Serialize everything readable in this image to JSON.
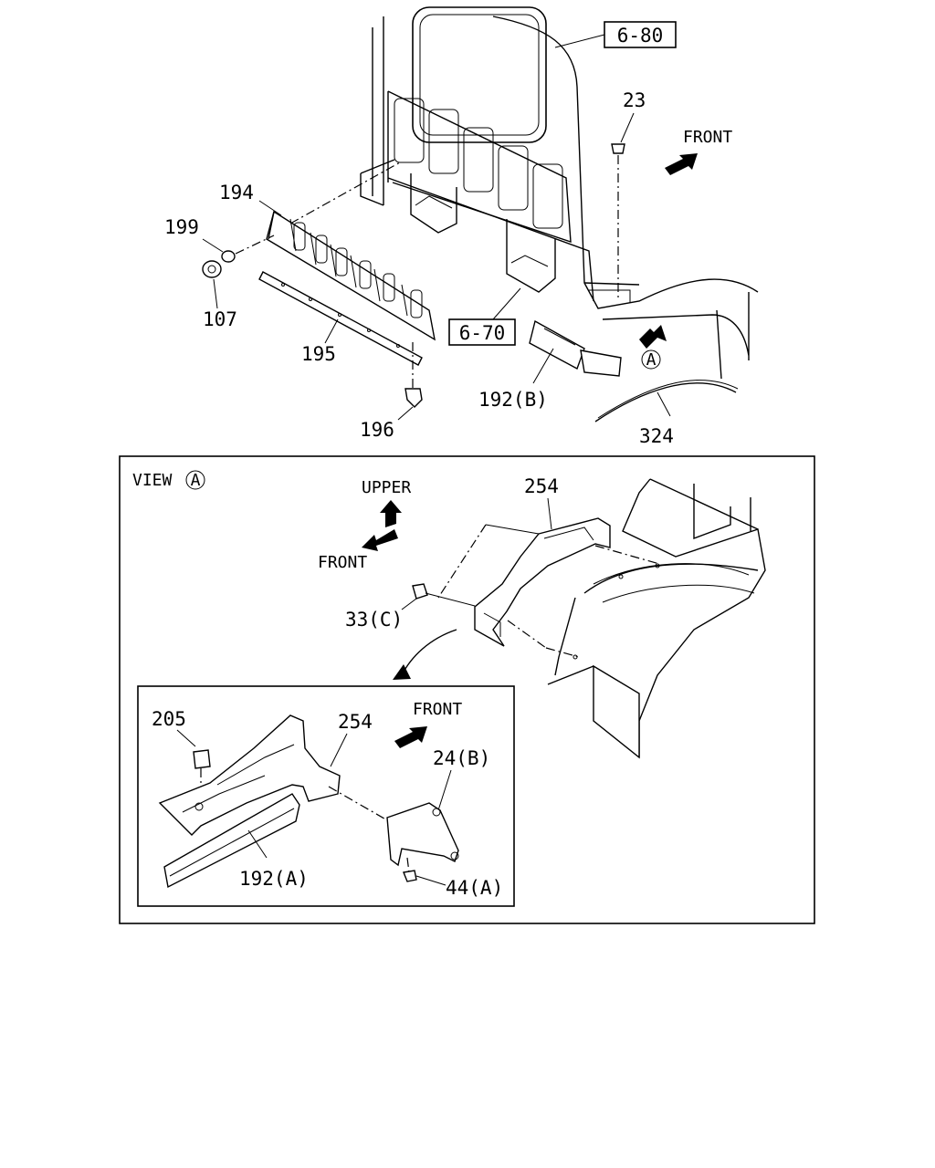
{
  "labels": {
    "ref_680": "6-80",
    "ref_670": "6-70",
    "p23": "23",
    "p194": "194",
    "p199": "199",
    "p107": "107",
    "p195": "195",
    "p196": "196",
    "p192b": "192(B)",
    "p324": "324",
    "front_top": "FRONT",
    "view_a_circle": "A",
    "view_title": "VIEW",
    "view_title_circle": "A",
    "upper": "UPPER",
    "front_view": "FRONT",
    "p254_view": "254",
    "p33c": "33(C)",
    "p205": "205",
    "p254_inset": "254",
    "front_inset": "FRONT",
    "p24b": "24(B)",
    "p192a": "192(A)",
    "p44a": "44(A)"
  }
}
